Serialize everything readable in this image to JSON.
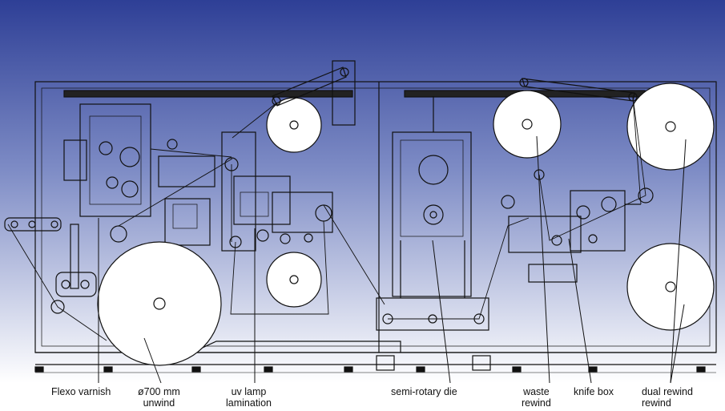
{
  "labels": {
    "flexo_varnish": "Flexo varnish",
    "unwind_line1": "ø700 mm",
    "unwind_line2": "unwind",
    "uv_line1": "uv lamp",
    "uv_line2": "lamination",
    "semi_rotary_die": "semi-rotary die",
    "waste_line1": "waste",
    "waste_line2": "rewind",
    "knife_box": "knife box",
    "dual_line1": "dual rewind",
    "dual_line2": "rewind"
  },
  "colors": {
    "gradient_top": "#2e3f96",
    "gradient_bottom": "#ffffff",
    "line": "#111111",
    "roll_fill": "#ffffff"
  }
}
